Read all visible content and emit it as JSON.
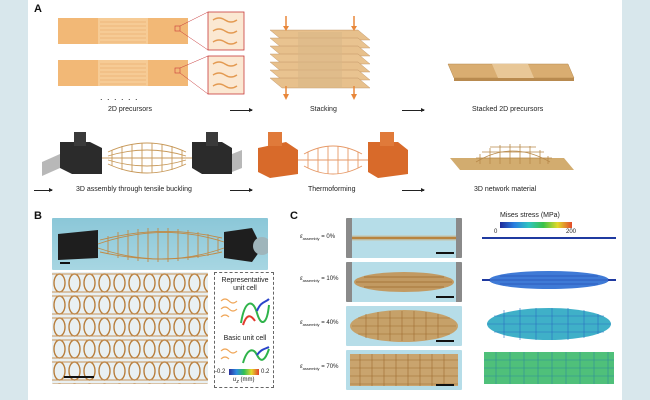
{
  "panels": {
    "a": {
      "letter": "A",
      "captions": {
        "precursors": "2D precursors",
        "stacking": "Stacking",
        "stacked": "Stacked 2D precursors",
        "assembly": "3D assembly through tensile buckling",
        "thermo": "Thermoforming",
        "network": "3D network material"
      },
      "dots": ". . . . . ."
    },
    "b": {
      "letter": "B",
      "rep_unit_cell": "Representative unit cell",
      "basic_unit_cell": "Basic unit cell",
      "colorbar_min": "-0.2",
      "colorbar_max": "0.2",
      "colorbar_label": "u",
      "colorbar_sub": "z",
      "colorbar_unit": "(mm)"
    },
    "c": {
      "letter": "C",
      "colorbar_title": "Mises stress (MPa)",
      "colorbar_min": "0",
      "colorbar_max": "200",
      "rows": [
        {
          "symbol": "ε",
          "sub": "assembly",
          "value": "= 0%"
        },
        {
          "symbol": "ε",
          "sub": "assembly",
          "value": "= 10%"
        },
        {
          "symbol": "ε",
          "sub": "assembly",
          "value": "= 40%"
        },
        {
          "symbol": "ε",
          "sub": "assembly",
          "value": "= 70%"
        }
      ]
    }
  },
  "colors": {
    "background": "#d8e7ec",
    "precursor_orange": "#f2b876",
    "gold": "#c8a063",
    "dark_fixture": "#2b2b2b",
    "orange_fixture": "#d86a2a",
    "sim_blue": "#1f3aa0"
  }
}
